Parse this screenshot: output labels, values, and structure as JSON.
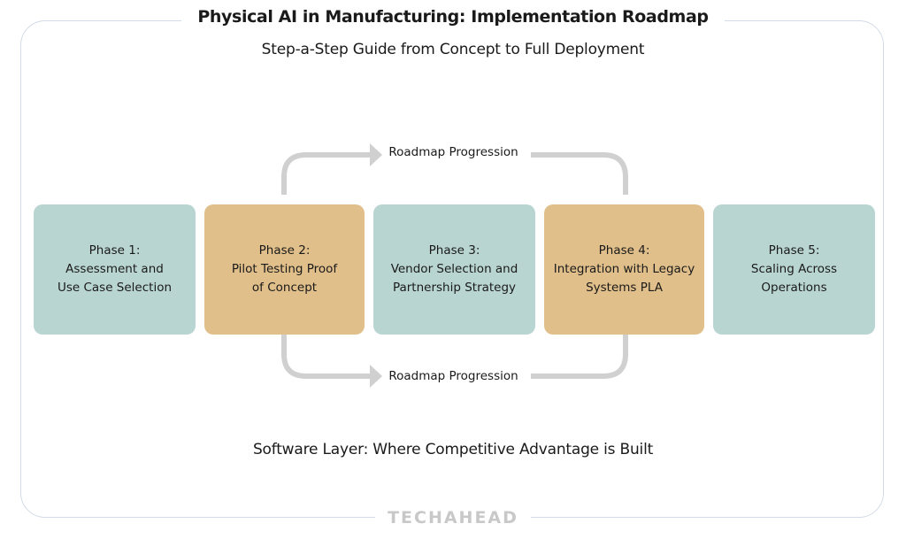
{
  "title": "Physical AI in Manufacturing: Implementation Roadmap",
  "subtitle": "Step-a-Step Guide from Concept to Full Deployment",
  "phases": [
    {
      "heading": "Phase 1:",
      "line1": "Assessment and",
      "line2": "Use Case Selection"
    },
    {
      "heading": "Phase 2:",
      "line1": "Pilot Testing Proof",
      "line2": "of Concept"
    },
    {
      "heading": "Phase 3:",
      "line1": "Vendor Selection and",
      "line2": "Partnership Strategy"
    },
    {
      "heading": "Phase 4:",
      "line1": "Integration with Legacy",
      "line2": "Systems PLA"
    },
    {
      "heading": "Phase 5:",
      "line1": "Scaling Across",
      "line2": "Operations"
    }
  ],
  "connectors": {
    "top_label": "Roadmap Progression",
    "bottom_label": "Roadmap Progression"
  },
  "footer": "Software Layer: Where Competitive Advantage is Built",
  "logo": "TECHAHEAD",
  "colors": {
    "teal": "#b9d5d2",
    "tan": "#e0bf8a",
    "arrow": "#d0d0d0",
    "frame": "#d3dbe8"
  }
}
